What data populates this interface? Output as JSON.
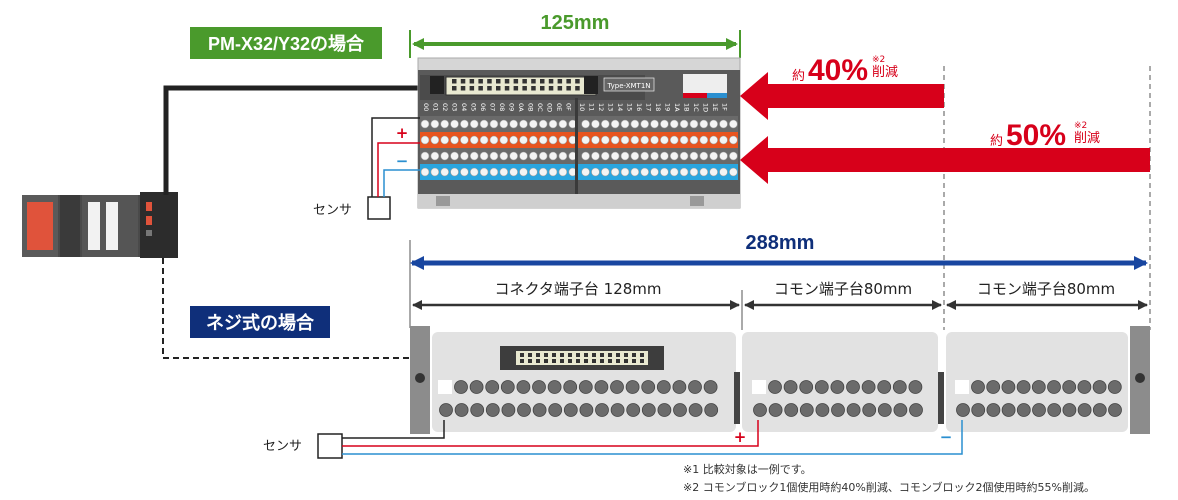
{
  "labels": {
    "pm_case": "PM-X32/Y32の場合",
    "screw_case": "ネジ式の場合",
    "width_125": "125mm",
    "width_288": "288mm",
    "connector_block": "コネクタ端子台 128mm",
    "common_block_1": "コモン端子台80mm",
    "common_block_2": "コモン端子台80mm",
    "sensor_top": "センサ",
    "sensor_bottom": "センサ",
    "type_label": "Type-XMT1N",
    "plus": "+",
    "minus": "−"
  },
  "reductions": {
    "r40": {
      "prefix": "約",
      "value": "40%",
      "sup": "※2",
      "suffix": "削減"
    },
    "r50": {
      "prefix": "約",
      "value": "50%",
      "sup": "※2",
      "suffix": "削減"
    }
  },
  "notes": [
    "※1 比較対象は一例です。",
    "※2 コモンブロック1個使用時約40%削減、コモンブロック2個使用時約55%削減。"
  ],
  "terminal_numbers_left": [
    "00",
    "01",
    "02",
    "03",
    "04",
    "05",
    "06",
    "07",
    "08",
    "09",
    "0A",
    "0B",
    "0C",
    "0D",
    "0E",
    "0F"
  ],
  "terminal_numbers_right": [
    "10",
    "11",
    "12",
    "13",
    "14",
    "15",
    "16",
    "17",
    "18",
    "19",
    "1A",
    "1B",
    "1C",
    "1D",
    "1E",
    "1F"
  ],
  "colors": {
    "green": "#4a9a2c",
    "navy": "#0f2f7a",
    "blue_arrow": "#1846a0",
    "red": "#d7001a",
    "gray": "#bdbdbd"
  }
}
